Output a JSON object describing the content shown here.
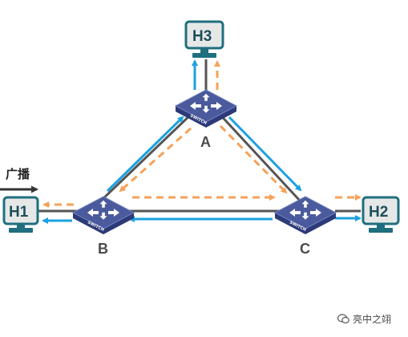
{
  "switches": [
    {
      "id": "A",
      "label": "A",
      "badge": "SWITCH"
    },
    {
      "id": "B",
      "label": "B",
      "badge": "SWITCH"
    },
    {
      "id": "C",
      "label": "C",
      "badge": "SWITCH"
    }
  ],
  "hosts": [
    {
      "id": "H1",
      "label": "H1"
    },
    {
      "id": "H2",
      "label": "H2"
    },
    {
      "id": "H3",
      "label": "H3"
    }
  ],
  "broadcast_label": "广播",
  "watermark": "亮中之翊",
  "colors": {
    "link": "#555555",
    "forward": "#1ba1e2",
    "flood": "#f5a25a",
    "switch_top": "#4a5a9c",
    "switch_side": "#2d3a78",
    "host_fill": "#e6e8e8",
    "host_border": "#1f6f7f"
  }
}
